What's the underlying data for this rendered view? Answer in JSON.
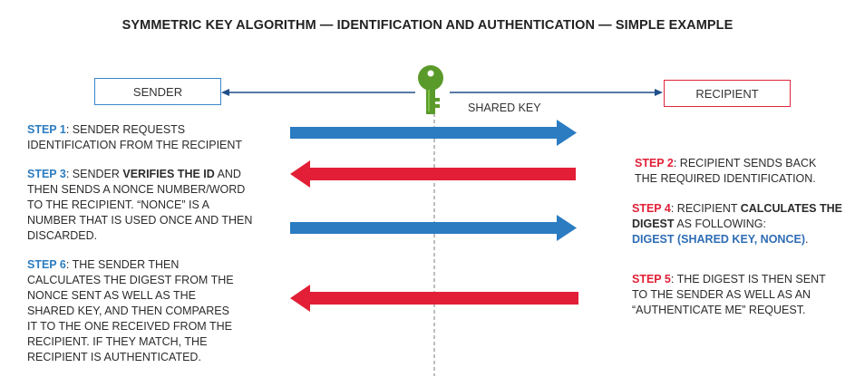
{
  "title": "SYMMETRIC KEY ALGORITHM —  IDENTIFICATION AND AUTHENTICATION — SIMPLE EXAMPLE",
  "sender_label": "SENDER",
  "recipient_label": "RECIPIENT",
  "shared_key_label": "SHARED KEY",
  "colors": {
    "blue": "#2b7cc1",
    "red": "#e21f36",
    "key_green": "#5a9a2a"
  },
  "icons": {
    "key": "key-icon"
  },
  "steps": {
    "step1": {
      "tag": "STEP 1",
      "text1": ": SENDER REQUESTS",
      "text2": "IDENTIFICATION FROM THE RECIPIENT"
    },
    "step2": {
      "tag": "STEP 2",
      "text1": ": RECIPIENT SENDS BACK",
      "text2": "THE REQUIRED IDENTIFICATION."
    },
    "step3": {
      "tag": "STEP 3",
      "text1": ": SENDER ",
      "bold1": "VERIFIES THE ID",
      "text1b": " AND",
      "text2": "THEN SENDS A NONCE NUMBER/WORD",
      "text3": "TO THE RECIPIENT. “NONCE” IS A",
      "text4": "NUMBER THAT IS USED ONCE AND THEN",
      "text5": "DISCARDED."
    },
    "step4": {
      "tag": "STEP 4",
      "text1": ": RECIPIENT ",
      "bold1": "CALCULATES THE",
      "bold2": "DIGEST",
      "text2": " AS FOLLOWING:",
      "digest": "DIGEST (SHARED KEY, NONCE)",
      "period": "."
    },
    "step5": {
      "tag": "STEP 5",
      "text1": ": THE DIGEST IS THEN SENT",
      "text2": "TO THE SENDER AS WELL AS AN",
      "text3": "“AUTHENTICATE ME” REQUEST."
    },
    "step6": {
      "tag": "STEP 6",
      "text1": ": THE SENDER THEN",
      "text2": "CALCULATES THE DIGEST  FROM THE",
      "text3": "NONCE SENT AS WELL AS THE",
      "text4": "SHARED KEY, AND THEN COMPARES",
      "text5": "IT TO THE ONE RECEIVED FROM THE",
      "text6": "RECIPIENT. IF THEY MATCH, THE",
      "text7": "RECIPIENT IS AUTHENTICATED."
    }
  }
}
